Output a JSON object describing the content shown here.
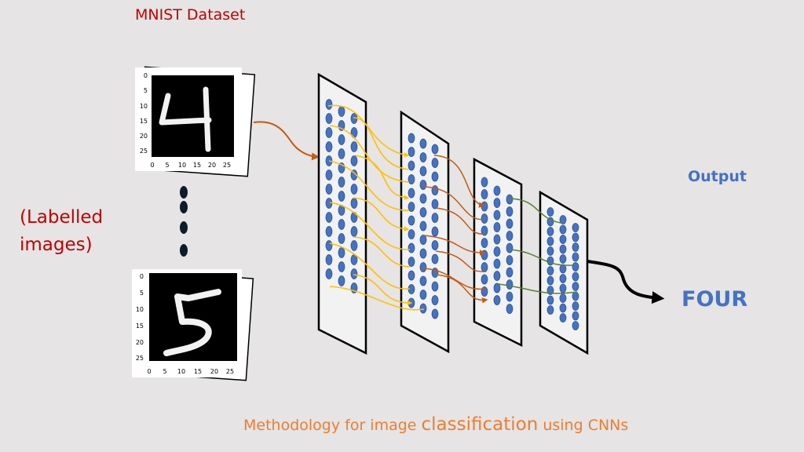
{
  "dataset_title": "MNIST Dataset",
  "side_label_line1": "(Labelled",
  "side_label_line2": "images)",
  "output_label": "Output",
  "prediction": "FOUR",
  "caption": {
    "part1": "Methodology for image ",
    "emphasis": "classification",
    "part2": " using CNNs"
  },
  "sample_images": [
    {
      "digit": "4",
      "y_ticks": [
        "0",
        "5",
        "10",
        "15",
        "20",
        "25"
      ],
      "x_ticks": [
        "0",
        "5",
        "10",
        "15",
        "20",
        "25"
      ]
    },
    {
      "digit": "5",
      "y_ticks": [
        "0",
        "5",
        "10",
        "15",
        "20",
        "25"
      ],
      "x_ticks": [
        "0",
        "5",
        "10",
        "15",
        "20",
        "25"
      ]
    }
  ],
  "colors": {
    "title_red": "#c00000",
    "output_blue": "#4472c4",
    "caption_orange": "#ed7d31",
    "neuron_blue": "#4472c4",
    "link_yellow": "#ffc000",
    "link_orange": "#c55a11",
    "link_green": "#548235"
  },
  "layers": [
    {
      "columns": 3
    },
    {
      "columns": 3
    },
    {
      "columns": 3
    },
    {
      "columns": 3
    }
  ]
}
